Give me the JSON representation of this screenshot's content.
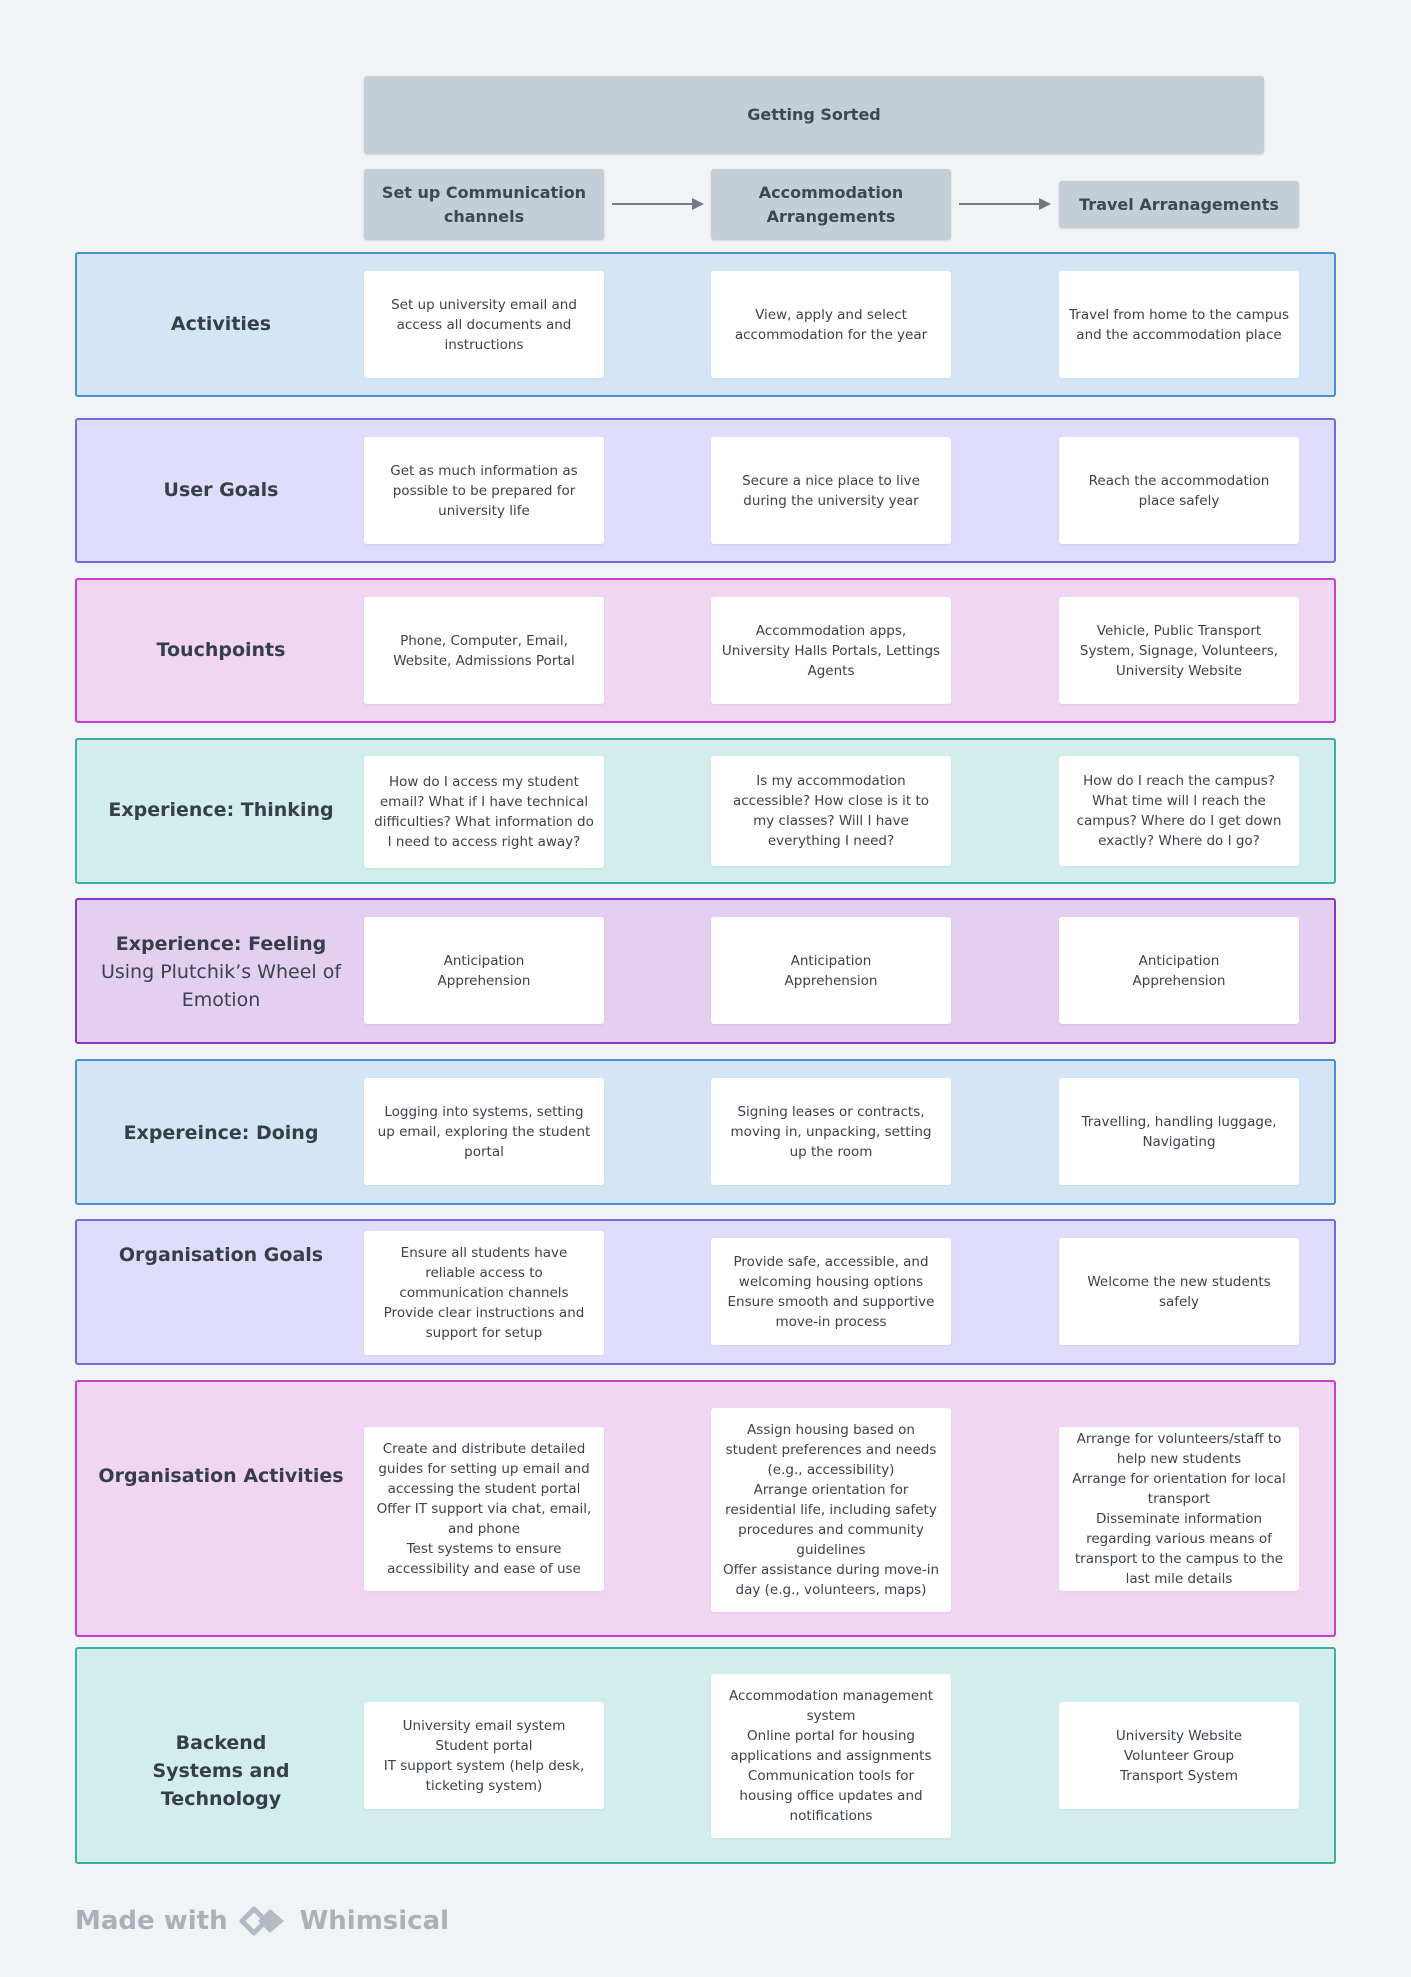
{
  "header": {
    "phase": "Getting Sorted",
    "stages": [
      "Set up Communication channels",
      "Accommodation Arrangements",
      "Travel Arranagements"
    ]
  },
  "lanes": [
    {
      "id": "activities",
      "label": "Activities",
      "cards": [
        "Set up university email and access all documents and instructions",
        "View, apply and select accommodation for the year",
        "Travel from home to the campus and the accommodation place"
      ]
    },
    {
      "id": "user-goals",
      "label": "User Goals",
      "cards": [
        "Get as much information as possible to be prepared for university life",
        "Secure a nice place to live during the university year",
        "Reach the accommodation place safely"
      ]
    },
    {
      "id": "touchpoints",
      "label": "Touchpoints",
      "cards": [
        "Phone, Computer, Email, Website, Admissions Portal",
        "Accommodation apps, University Halls Portals, Lettings Agents",
        "Vehicle, Public Transport System, Signage, Volunteers, University Website"
      ]
    },
    {
      "id": "experience-thinking",
      "label": "Experience: Thinking",
      "cards": [
        "How do I access my student email? What if I have technical difficulties? What information do I need to access right away?",
        "Is my accommodation accessible? How close is it to my classes? Will I have everything I need?",
        "How do I reach the campus? What time will I reach the campus? Where do I get down exactly? Where do I go?"
      ]
    },
    {
      "id": "experience-feeling",
      "label": "Experience: Feeling",
      "sublabel": "Using Plutchik’s Wheel of Emotion",
      "cards": [
        "Anticipation\nApprehension",
        "Anticipation\nApprehension",
        "Anticipation\nApprehension"
      ]
    },
    {
      "id": "experience-doing",
      "label": "Expereince: Doing",
      "cards": [
        "Logging into systems, setting up email, exploring the student portal",
        "Signing leases or contracts, moving in, unpacking, setting up the room",
        "Travelling, handling luggage, Navigating"
      ]
    },
    {
      "id": "organisation-goals",
      "label": "Organisation Goals",
      "cards": [
        "Ensure all students have reliable access to communication channels\nProvide clear instructions and support for setup",
        "Provide safe, accessible, and welcoming housing options\nEnsure smooth and supportive move-in process",
        "Welcome the new students safely"
      ]
    },
    {
      "id": "organisation-activities",
      "label": "Organisation Activities",
      "cards": [
        "Create and distribute detailed guides for setting up email and accessing the student portal\nOffer IT support via chat, email, and phone\nTest systems to ensure accessibility and ease of use",
        "Assign housing based on student preferences and needs (e.g., accessibility)\nArrange orientation for residential life, including safety procedures and community guidelines\nOffer assistance during move-in day (e.g., volunteers, maps)",
        "Arrange for volunteers/staff to help new students\nArrange for orientation for local transport\nDisseminate information regarding various means of transport to the campus to the last mile details"
      ]
    },
    {
      "id": "backend",
      "label": "Backend Systems and Technology",
      "cards": [
        "University email system\nStudent portal\nIT support system (help desk, ticketing system)",
        "Accommodation management system\nOnline portal for housing applications and assignments\nCommunication tools for housing office updates and notifications",
        "University Website\nVolunteer Group\nTransport System"
      ]
    }
  ],
  "footer": {
    "made_with": "Made with",
    "brand": "Whimsical"
  },
  "colors": {
    "background": "#f0f4f7",
    "header_fill": "#c3ced6",
    "blue_lane": "#d4e6f5",
    "blue_border": "#4a8fd0",
    "violet_lane": "#dfddfb",
    "violet_border": "#7b68e0",
    "pink_lane": "#f1d6f4",
    "pink_border": "#c442cf",
    "teal_lane": "#d2eeec",
    "teal_border": "#3fb0a0",
    "purple_lane": "#e3cff2",
    "purple_border": "#8a35c7"
  }
}
